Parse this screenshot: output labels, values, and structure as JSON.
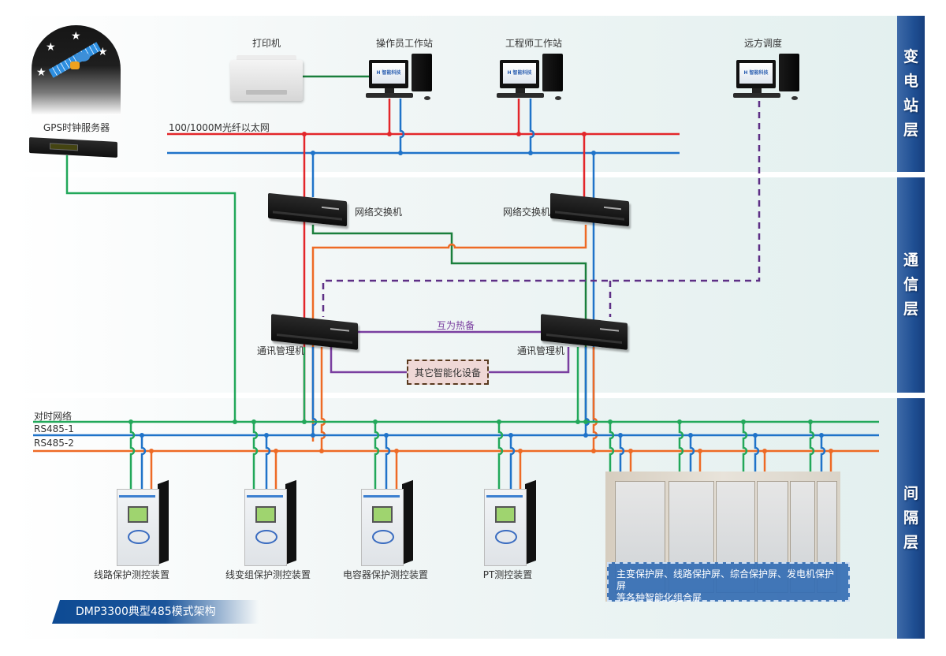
{
  "title": "DMP3300典型485模式架构",
  "layers": {
    "station": [
      "变",
      "电",
      "站",
      "层"
    ],
    "communication": [
      "通",
      "信",
      "层"
    ],
    "bay": [
      "间",
      "隔",
      "层"
    ]
  },
  "station_layer": {
    "gps_label": "GPS时钟服务器",
    "printer_label": "打印机",
    "operator_label": "操作员工作站",
    "engineer_label": "工程师工作站",
    "remote_label": "远方调度",
    "network_label": "100/1000M光纤以太网",
    "screen_logo": "H 智能科技"
  },
  "communication_layer": {
    "switch_left_label": "网络交换机",
    "switch_right_label": "网络交换机",
    "mgmt_left_label": "通讯管理机",
    "mgmt_right_label": "通讯管理机",
    "hot_backup_label": "互为热备",
    "other_devices_label": "其它智能化设备"
  },
  "bay_layer": {
    "bus_labels": [
      "对时网络",
      "RS485-1",
      "RS485-2"
    ],
    "devices": [
      {
        "label": "线路保护测控装置"
      },
      {
        "label": "线变组保护测控装置"
      },
      {
        "label": "电容器保护测控装置"
      },
      {
        "label": "PT测控装置"
      }
    ],
    "panels_caption_line1": "主变保护屏、线路保护屏、综合保护屏、发电机保护屏",
    "panels_caption_line2": "等各种智能化组合屏"
  },
  "colors": {
    "ethernet_a": "#e3262a",
    "ethernet_b": "#1f73c9",
    "time_sync": "#22a85a",
    "rs485_1": "#1f73c9",
    "rs485_2": "#ee6a25",
    "printer_link": "#1a7f3c",
    "backup_link": "#7a3fa0",
    "remote_link": "#5e2f86",
    "layer_bar": "#1f4f93"
  }
}
